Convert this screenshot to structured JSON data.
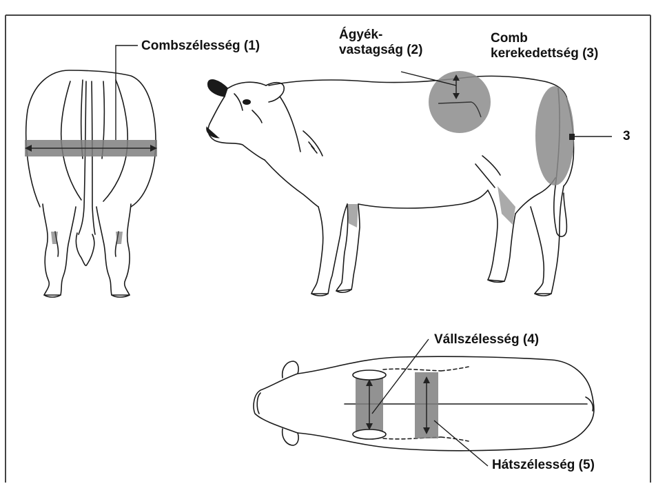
{
  "labels": {
    "thigh_width": "Combszélesség (1)",
    "loin_thickness_line1": "Ágyék-",
    "loin_thickness_line2": "vastagság (2)",
    "thigh_roundness_line1": "Comb",
    "thigh_roundness_line2": "kerekedettség (3)",
    "marker_3": "3",
    "shoulder_width": "Vállszélesség (4)",
    "back_width": "Hátszélesség (5)"
  },
  "colors": {
    "outline": "#1a1a1a",
    "highlight": "#7f7f7f",
    "frame": "#444444",
    "background": "#ffffff"
  }
}
